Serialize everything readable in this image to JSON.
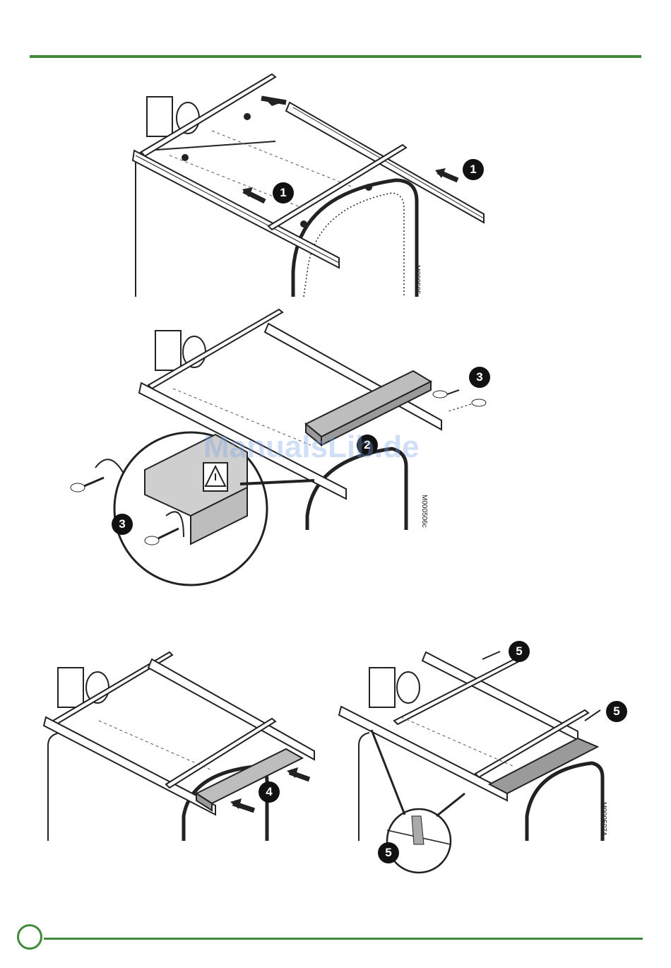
{
  "colors": {
    "rule": "#3e8a3a",
    "step_badge": "#111111",
    "panel": "#bdbdbd"
  },
  "figures": [
    {
      "code": "M000505",
      "steps": [
        "1",
        "1"
      ]
    },
    {
      "code": "M000506c",
      "steps": [
        "3",
        "3",
        "2"
      ]
    },
    {
      "code": "M000507A",
      "steps": [
        "4",
        "5",
        "5",
        "5"
      ]
    }
  ],
  "watermark": "ManualsLib.de",
  "icons": [
    "warning-icon",
    "screw-icon",
    "rotate-arrow-icon",
    "push-arrow-icon"
  ]
}
